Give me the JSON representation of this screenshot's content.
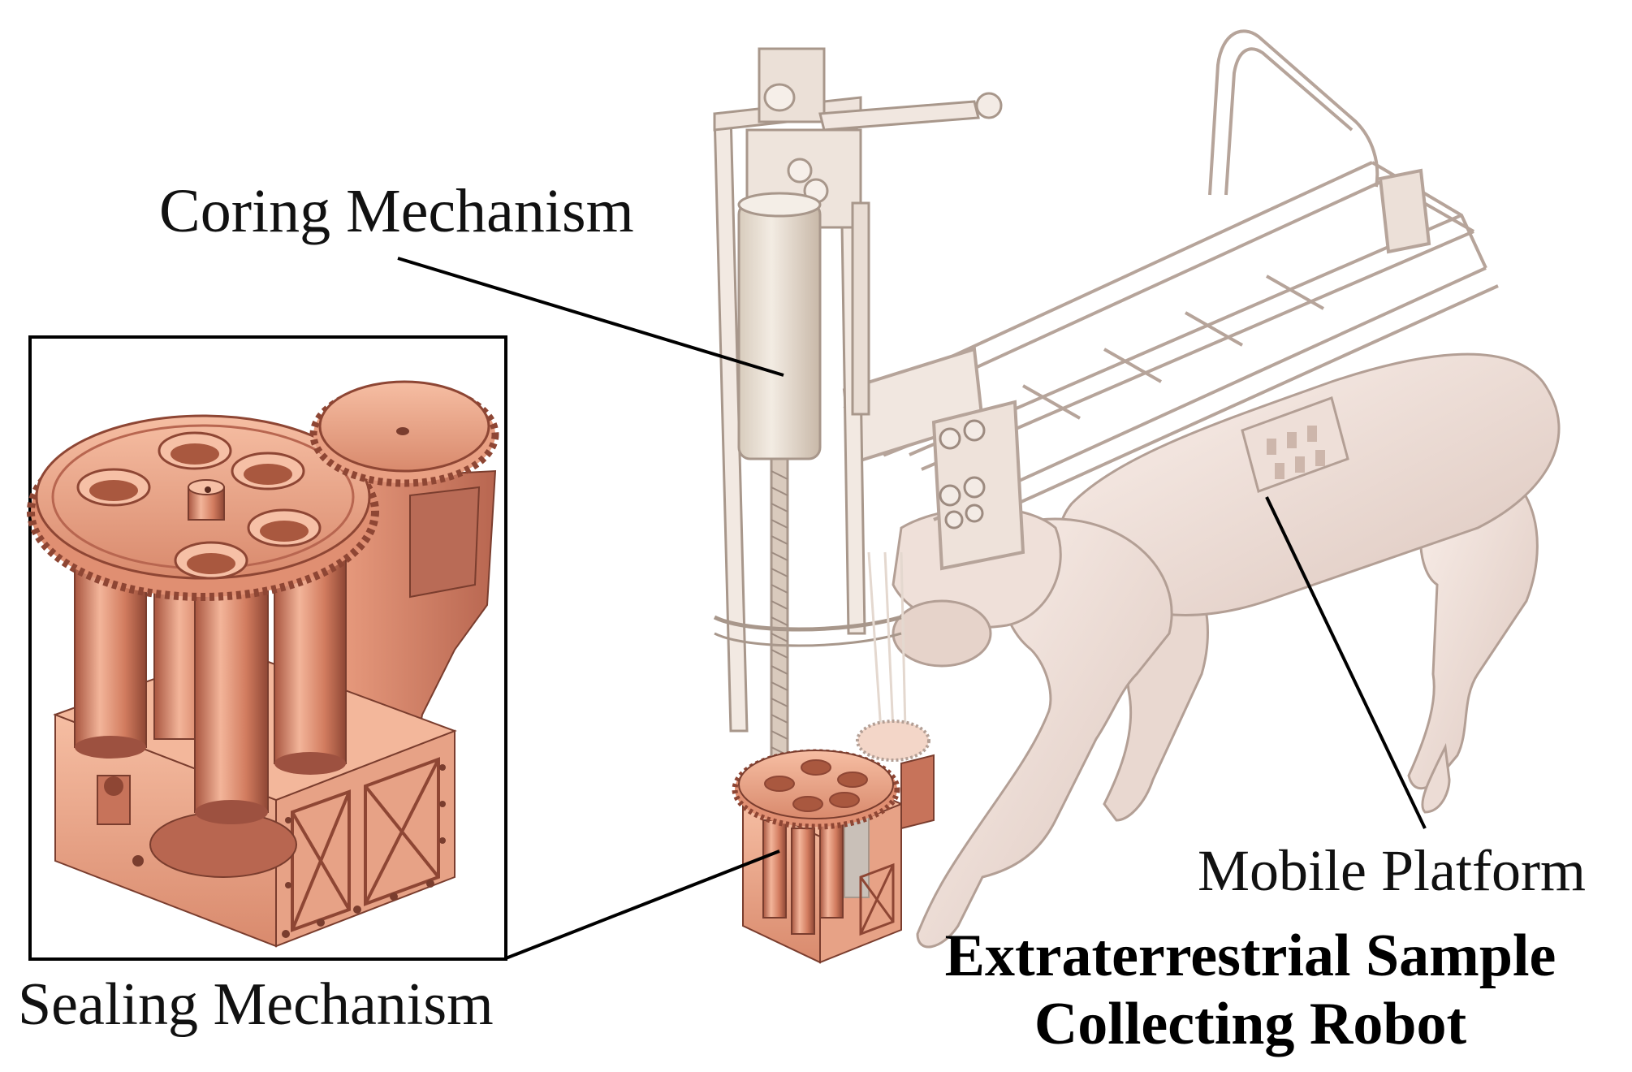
{
  "labels": {
    "coring": "Coring Mechanism",
    "mobile": "Mobile Platform",
    "sealing": "Sealing Mechanism"
  },
  "title": {
    "line1": "Extraterrestrial Sample",
    "line2": "Collecting Robot"
  },
  "colors": {
    "frame": "#efe5df",
    "frame_edge": "#b9a79d",
    "dog_body": "#f5e8e2",
    "dog_shade": "#d9c4bb",
    "copper_light": "#f0a98d",
    "copper_mid": "#d9856a",
    "copper_dark": "#9d5140",
    "leader_line": "#000000"
  }
}
